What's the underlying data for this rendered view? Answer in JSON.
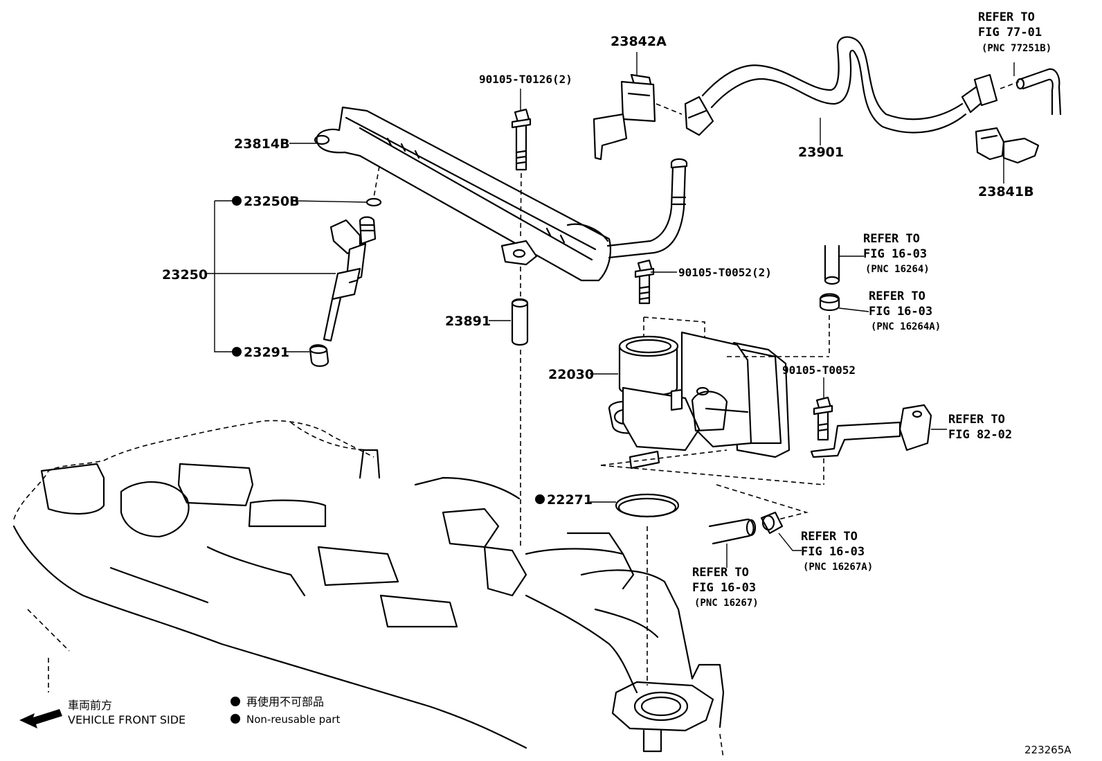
{
  "part_labels": {
    "p23842A": "23842A",
    "p90105_T0126": "90105-T0126(2)",
    "p23814B": "23814B",
    "p23250B": "23250B",
    "p23250": "23250",
    "p23291": "23291",
    "p23891": "23891",
    "p90105_T0052_2": "90105-T0052(2)",
    "p22030": "22030",
    "p90105_T0052": "90105-T0052",
    "p22271": "22271",
    "p23901": "23901",
    "p23841B": "23841B"
  },
  "references": {
    "r1": {
      "line1": "REFER TO",
      "line2": "FIG 77-01",
      "line3": "(PNC 77251B)"
    },
    "r2": {
      "line1": "REFER TO",
      "line2": "FIG 16-03",
      "line3": "(PNC 16264)"
    },
    "r3": {
      "line1": "REFER TO",
      "line2": "FIG 16-03",
      "line3": "(PNC 16264A)"
    },
    "r4": {
      "line1": "REFER TO",
      "line2": "FIG 82-02"
    },
    "r5": {
      "line1": "REFER TO",
      "line2": "FIG 16-03",
      "line3": "(PNC 16267A)"
    },
    "r6": {
      "line1": "REFER TO",
      "line2": "FIG 16-03",
      "line3": "(PNC 16267)"
    }
  },
  "legend": {
    "direction_jp": "車両前方",
    "direction_en": "VEHICLE FRONT SIDE",
    "nonreusable_jp": "再使用不可部品",
    "nonreusable_en": "Non-reusable part"
  },
  "figure_id": "223265A",
  "icons": [
    "arrow-left-icon",
    "bullet-icon"
  ]
}
